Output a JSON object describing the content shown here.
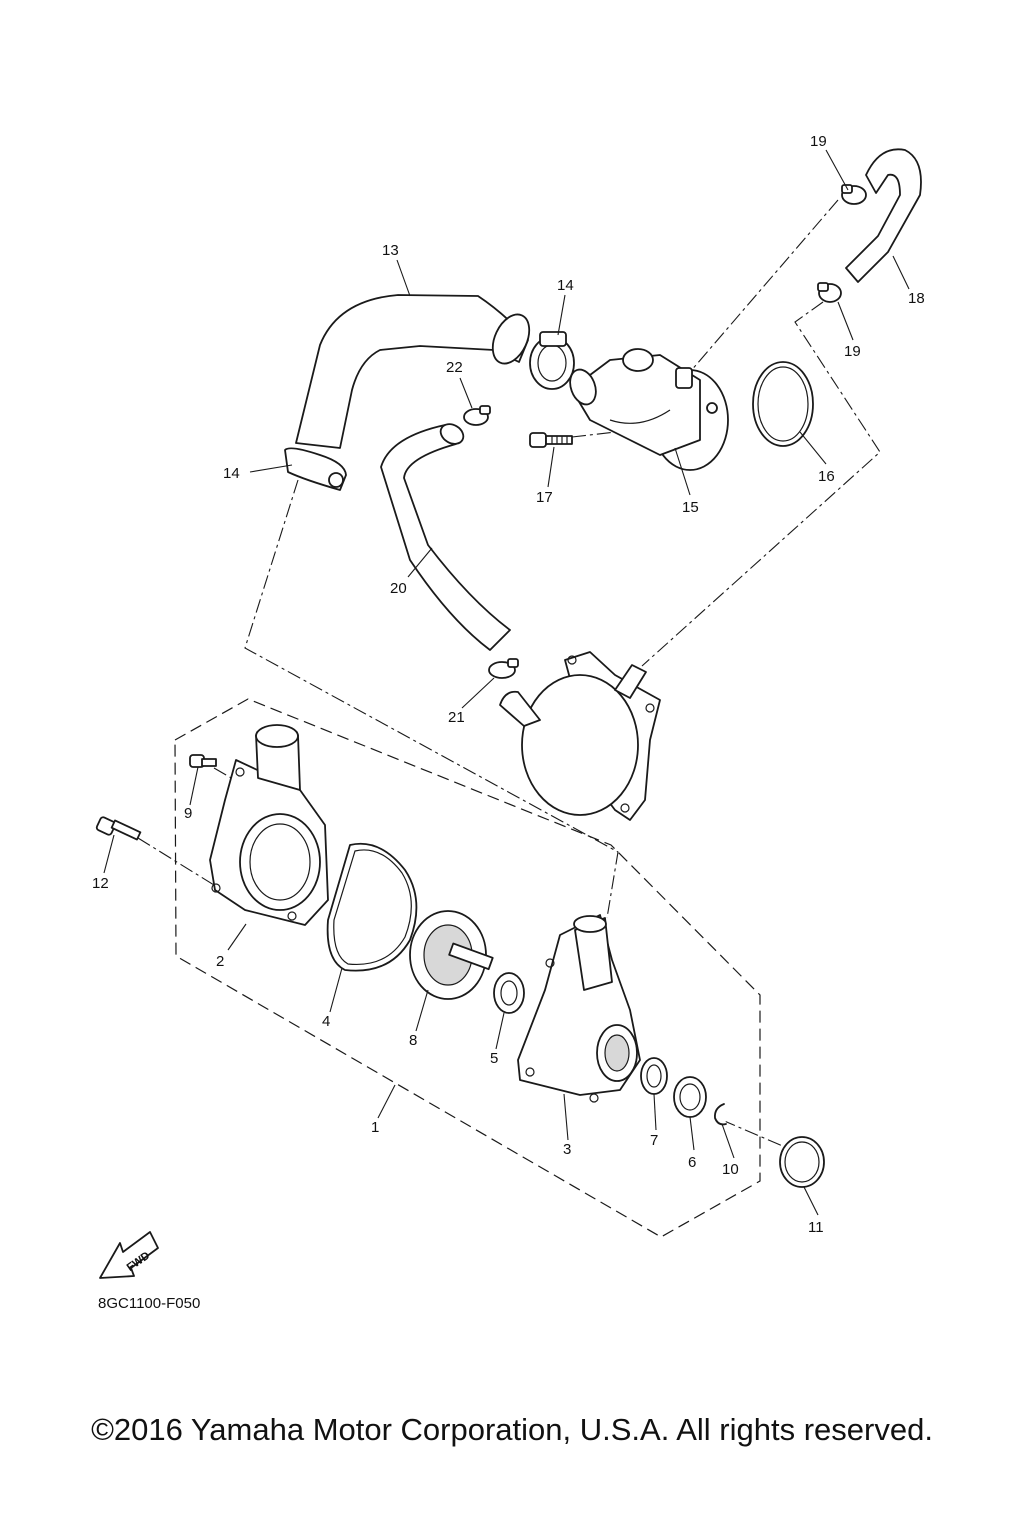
{
  "drawing_code": "8GC1100-F050",
  "fwd_label": "FWD",
  "copyright": "©2016 Yamaha Motor Corporation, U.S.A. All rights reserved.",
  "callouts": [
    "19",
    "13",
    "14",
    "18",
    "22",
    "19",
    "14",
    "16",
    "17",
    "15",
    "20",
    "21",
    "9",
    "12",
    "2",
    "4",
    "8",
    "5",
    "3",
    "7",
    "6",
    "10",
    "1",
    "11"
  ]
}
